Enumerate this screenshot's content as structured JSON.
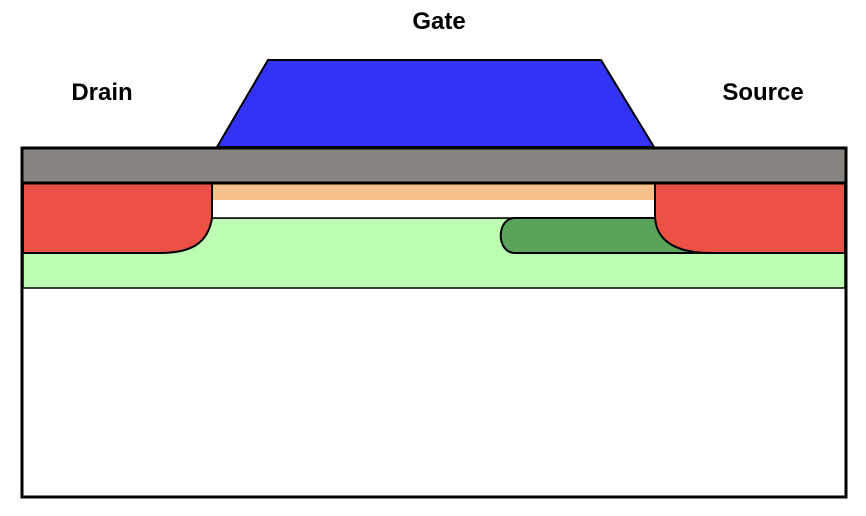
{
  "labels": {
    "gate": "Gate",
    "drain": "Drain",
    "source": "Source"
  },
  "colors": {
    "gate": "#3333f5",
    "oxide_layer": "#888580",
    "drain_region": "#eb5245",
    "source_region": "#eb5245",
    "channel_stripe": "#f7c08a",
    "body_layer": "#bdfcb3",
    "source_extension": "#5aa35b",
    "substrate": "#ffffff",
    "outline": "#000000"
  }
}
